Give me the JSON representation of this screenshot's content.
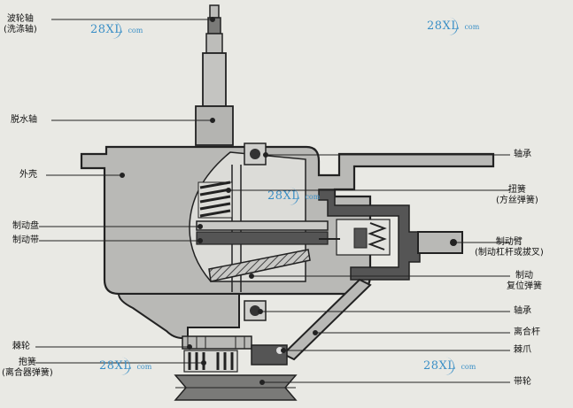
{
  "labels": {
    "wash_shaft_1": "波轮轴",
    "wash_shaft_2": "(洗涤轴)",
    "spin_shaft": "脱水轴",
    "housing": "外壳",
    "brake_disc": "制动盘",
    "brake_band": "制动带",
    "ratchet": "棘轮",
    "clasp_spring_1": "抱簧",
    "clasp_spring_2": "(离合器弹簧)",
    "bearing_top": "轴承",
    "torsion_spring_1": "扭簧",
    "torsion_spring_2": "(方丝弹簧)",
    "brake_arm_1": "制动臂",
    "brake_arm_2": "(制动杠杆或拔叉)",
    "brake_return_spring_1": "制动",
    "brake_return_spring_2": "复位弹簧",
    "bearing_bottom": "轴承",
    "clutch_lever": "离合杆",
    "ratchet_pawl": "棘爪",
    "pulley": "带轮"
  },
  "watermarks": [
    {
      "main": "28XL",
      "suffix": "com"
    },
    {
      "main": "28XL",
      "suffix": "com"
    },
    {
      "main": "28XL",
      "suffix": "com"
    },
    {
      "main": "28XL",
      "suffix": "com"
    },
    {
      "main": "28XL",
      "suffix": "com"
    }
  ],
  "colors": {
    "body_fill": "#b9b9b6",
    "dark_fill": "#4c4c4c",
    "outline": "#222222",
    "watermark": "#3a8fc6",
    "background": "#e9e9e4"
  }
}
